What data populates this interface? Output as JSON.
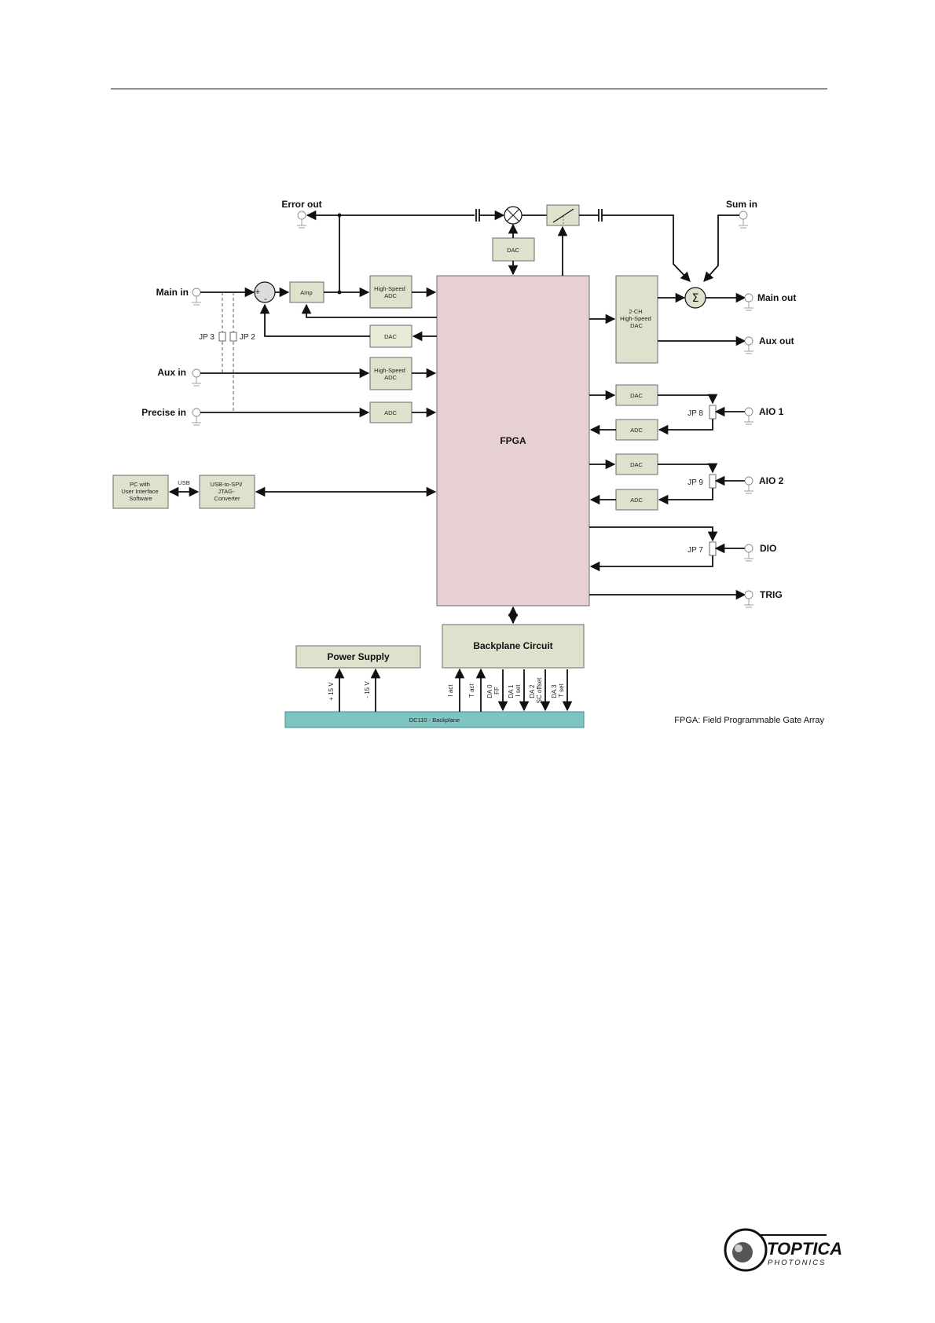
{
  "diagram": {
    "fpga": "FPGA",
    "amp": "Amp",
    "dac": "DAC",
    "adc": "ADC",
    "hs_adc": [
      "High-Speed",
      "ADC"
    ],
    "dac2ch": [
      "2-CH",
      "High-Speed",
      "DAC"
    ],
    "pc": [
      "PC with",
      "User Interface",
      "Software"
    ],
    "usb": "USB",
    "usbspi": [
      "USB-to-SPI/",
      "JTAG-",
      "Converter"
    ],
    "backplane_circuit": "Backplane Circuit",
    "power_supply": "Power Supply",
    "backplane_bar": "DC110 - Backplane",
    "footnote": "FPGA: Field Programmable Gate Array",
    "ports": {
      "error_out": "Error out",
      "sum_in": "Sum in",
      "main_in": "Main in",
      "aux_in": "Aux in",
      "precise_in": "Precise in",
      "main_out": "Main out",
      "aux_out": "Aux out",
      "aio1": "AIO 1",
      "aio2": "AIO 2",
      "dio": "DIO",
      "trig": "TRIG"
    },
    "jumpers": {
      "jp3": "JP 3",
      "jp2": "JP 2",
      "jp8": "JP 8",
      "jp9": "JP 9",
      "jp7": "JP 7"
    },
    "sum_symbol": "Σ",
    "plus": "+",
    "minus": "-",
    "power_signals": [
      "+ 15 V",
      "- 15 V"
    ],
    "backplane_signals": [
      [
        "I act"
      ],
      [
        "T act"
      ],
      [
        "DA 0",
        "FF"
      ],
      [
        "DA 1",
        "I set"
      ],
      [
        "DA 2",
        "SC offset"
      ],
      [
        "DA 3",
        "T set"
      ]
    ]
  },
  "logo": {
    "brand": "TOPTICA",
    "tagline": "PHOTONICS"
  },
  "colors": {
    "fpga": "#e6d0d4",
    "block": "#dde2cc",
    "backplane": "#7fc4c0",
    "line": "#111111"
  }
}
